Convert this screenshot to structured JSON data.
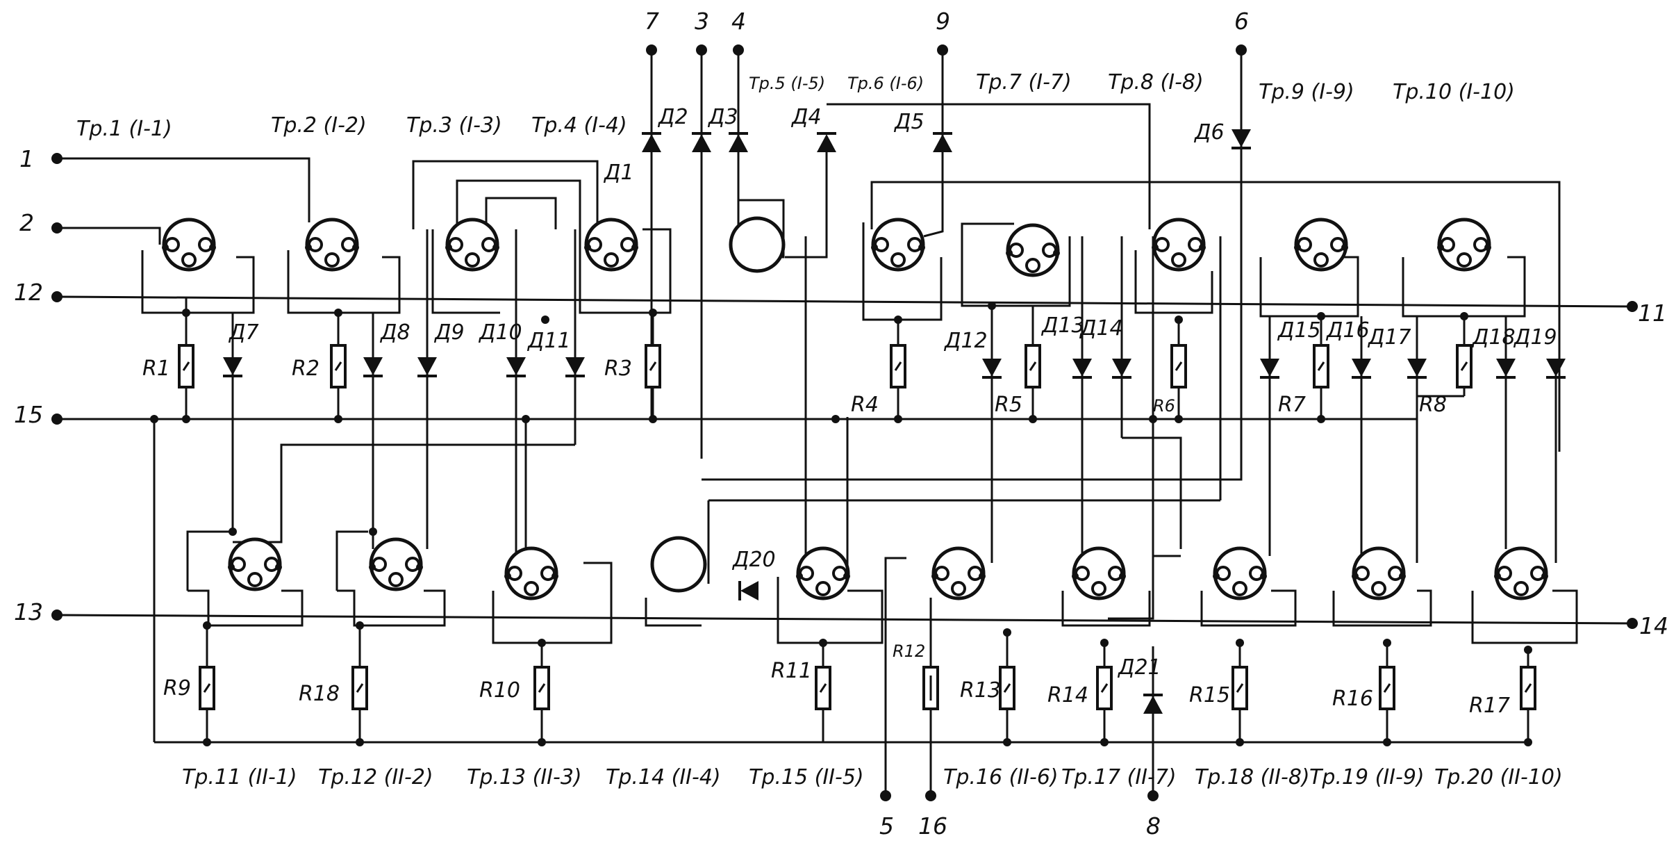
{
  "diagram": {
    "colors": {
      "ink": "#111111",
      "background": "#ffffff"
    },
    "terminals": {
      "t1": "1",
      "t2": "2",
      "t3": "3",
      "t4": "4",
      "t5": "5",
      "t6": "6",
      "t7": "7",
      "t8": "8",
      "t9": "9",
      "t11": "11",
      "t12": "12",
      "t13": "13",
      "t14": "14",
      "t15": "15",
      "t16": "16"
    },
    "transistors_top": [
      "Тр.1 (I-1)",
      "Тр.2 (I-2)",
      "Тр.3 (I-3)",
      "Тр.4 (I-4)",
      "Тр.5 (I-5)",
      "Тр.6 (I-6)",
      "Тр.7 (I-7)",
      "Тр.8 (I-8)",
      "Тр.9 (I-9)",
      "Тр.10 (I-10)"
    ],
    "transistors_bottom": [
      "Тр.11 (II-1)",
      "Тр.12 (II-2)",
      "Тр.13 (II-3)",
      "Тр.14 (II-4)",
      "Тр.15 (II-5)",
      "Тр.16 (II-6)",
      "Тр.17 (II-7)",
      "Тр.18 (II-8)",
      "Тр.19 (II-9)",
      "Тр.20 (II-10)"
    ],
    "diodes": {
      "d1": "Д1",
      "d2": "Д2",
      "d3": "Д3",
      "d4": "Д4",
      "d5": "Д5",
      "d6": "Д6",
      "d7": "Д7",
      "d8": "Д8",
      "d9": "Д9",
      "d10": "Д10",
      "d11": "Д11",
      "d12": "Д12",
      "d13": "Д13",
      "d14": "Д14",
      "d15": "Д15",
      "d16": "Д16",
      "d17": "Д17",
      "d18": "Д18",
      "d19": "Д19",
      "d20": "Д20",
      "d21": "Д21"
    },
    "resistors": {
      "r1": "R1",
      "r2": "R2",
      "r3": "R3",
      "r4": "R4",
      "r5": "R5",
      "r6": "R6",
      "r7": "R7",
      "r8": "R8",
      "r9": "R9",
      "r10": "R10",
      "r11": "R11",
      "r12": "R12",
      "r13": "R13",
      "r14": "R14",
      "r15": "R15",
      "r16": "R16",
      "r17": "R17",
      "r18": "R18"
    }
  }
}
